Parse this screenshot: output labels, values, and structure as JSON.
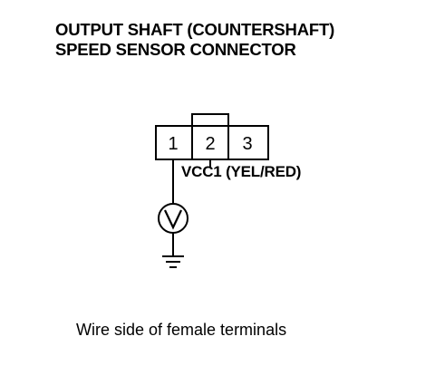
{
  "title": {
    "line1": "OUTPUT SHAFT (COUNTERSHAFT)",
    "line2": "SPEED SENSOR CONNECTOR"
  },
  "connector": {
    "pins": [
      "1",
      "2",
      "3"
    ]
  },
  "wire_label": "VCC1 (YEL/RED)",
  "meter_symbol": "V",
  "caption": "Wire side of female terminals"
}
